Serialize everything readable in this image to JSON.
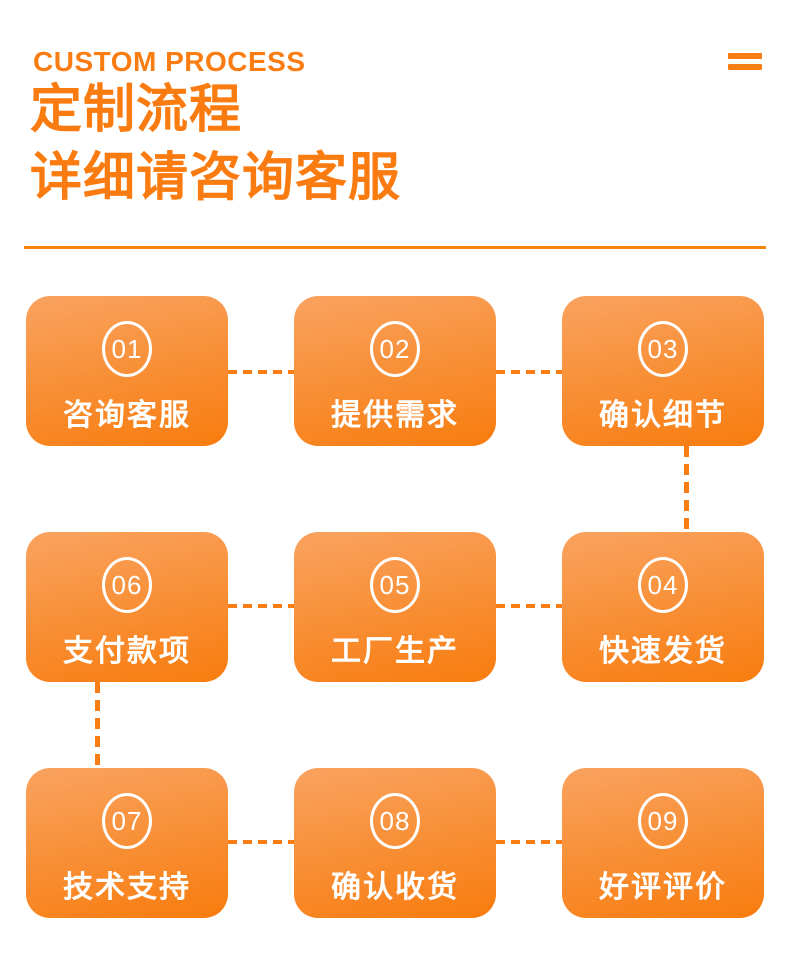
{
  "header": {
    "eyebrow": "CUSTOM PROCESS",
    "title_line1": "定制流程",
    "title_line2": "详细请咨询客服",
    "menu_icon": "double-line-menu-icon"
  },
  "colors": {
    "accent": "#F97D12",
    "title-color": "#FA7B10",
    "divider-color": "#F8830B",
    "card-grad-top": "#F9A360",
    "card-grad-bottom": "#F87C0E",
    "card-text": "#FFFFFF",
    "page-bg": "#FFFFFF"
  },
  "process": {
    "steps": [
      {
        "number": "01",
        "label": "咨询客服"
      },
      {
        "number": "02",
        "label": "提供需求"
      },
      {
        "number": "03",
        "label": "确认细节"
      },
      {
        "number": "06",
        "label": "支付款项"
      },
      {
        "number": "05",
        "label": "工厂生产"
      },
      {
        "number": "04",
        "label": "快速发货"
      },
      {
        "number": "07",
        "label": "技术支持"
      },
      {
        "number": "08",
        "label": "确认收货"
      },
      {
        "number": "09",
        "label": "好评评价"
      }
    ]
  }
}
